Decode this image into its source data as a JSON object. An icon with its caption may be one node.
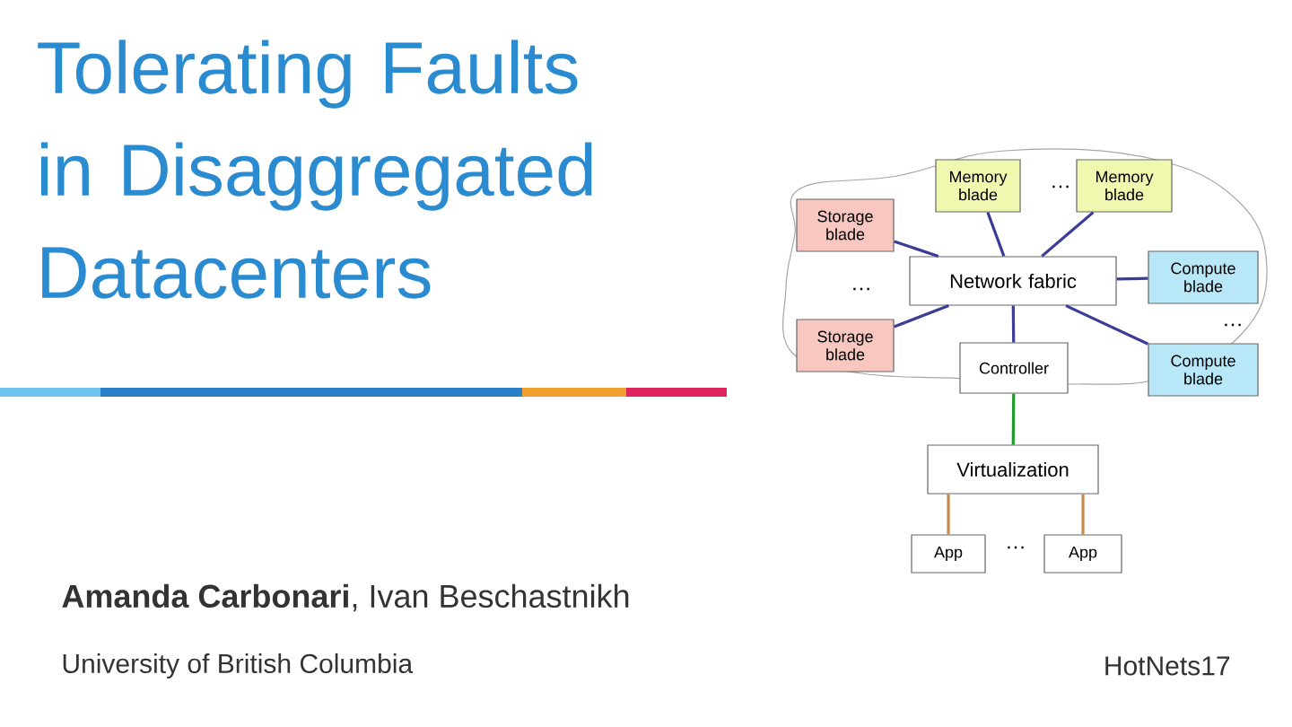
{
  "diagram": {
    "title": "Tolerating Faults in Disaggregated Datacenters",
    "nodes": [
      {
        "text": [
          "Memory blade"
        ]
      },
      {
        "text": [
          "Memory blade"
        ]
      },
      {
        "text": [
          "Storage blade"
        ]
      },
      {
        "text": [
          "Network fabric"
        ]
      },
      {
        "text": [
          "Compute blade"
        ]
      },
      {
        "text": [
          "Storage blade"
        ]
      },
      {
        "text": [
          "Controller"
        ]
      },
      {
        "text": [
          "Compute blade"
        ]
      },
      {
        "text": [
          "Virtualization"
        ]
      },
      {
        "text": [
          "App"
        ]
      },
      {
        "text": [
          "App"
        ]
      }
    ],
    "edges": [
      {
        "from": 3,
        "to": 0,
        "arrow": "none"
      },
      {
        "from": 3,
        "to": 1,
        "arrow": "none"
      },
      {
        "from": 3,
        "to": 2,
        "arrow": "none"
      },
      {
        "from": 3,
        "to": 4,
        "arrow": "none"
      },
      {
        "from": 3,
        "to": 5,
        "arrow": "none"
      },
      {
        "from": 3,
        "to": 7,
        "arrow": "none"
      },
      {
        "from": 3,
        "to": 6,
        "arrow": "none"
      },
      {
        "from": 6,
        "to": 8,
        "arrow": "none",
        "color": "#1e9a2a"
      },
      {
        "from": 8,
        "to": 9,
        "arrow": "none",
        "color": "#c88a48"
      },
      {
        "from": 8,
        "to": 10,
        "arrow": "none",
        "color": "#c88a48"
      }
    ],
    "labels": [
      "…",
      "…",
      "…",
      "…",
      "**Amanda Carbonari**, Ivan Beschastnikh",
      "University of British Columbia",
      "HotNets17"
    ]
  }
}
